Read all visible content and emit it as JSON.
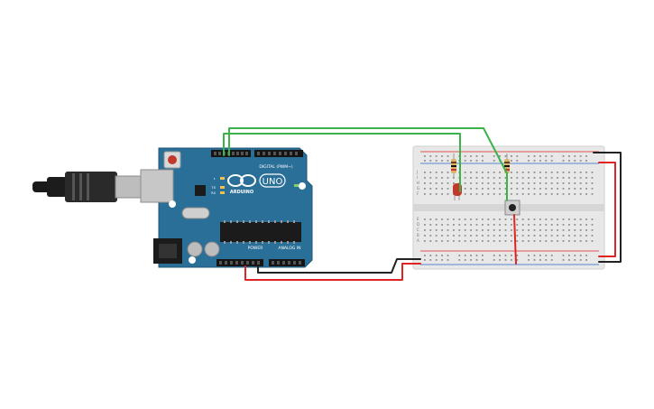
{
  "board": {
    "brand": "ARDUINO",
    "model": "UNO",
    "digital_header": "DIGITAL (PWM~)",
    "power_label": "POWER",
    "analog_label": "ANALOG IN",
    "led_tx": "TX",
    "led_rx": "RX",
    "led_l": "L",
    "on_label": "ON"
  },
  "breadboard": {
    "row_letters": [
      "J",
      "I",
      "H",
      "G",
      "F",
      "E",
      "D",
      "C",
      "B",
      "A"
    ]
  },
  "colors": {
    "board": "#2a6f97",
    "board_dark": "#1f5577",
    "breadboard": "#e8e8e8",
    "wire_green": "#3bb34a",
    "wire_red": "#e02424",
    "wire_black": "#222222",
    "led": "#c0392b",
    "resistor": "#d9b36c"
  }
}
